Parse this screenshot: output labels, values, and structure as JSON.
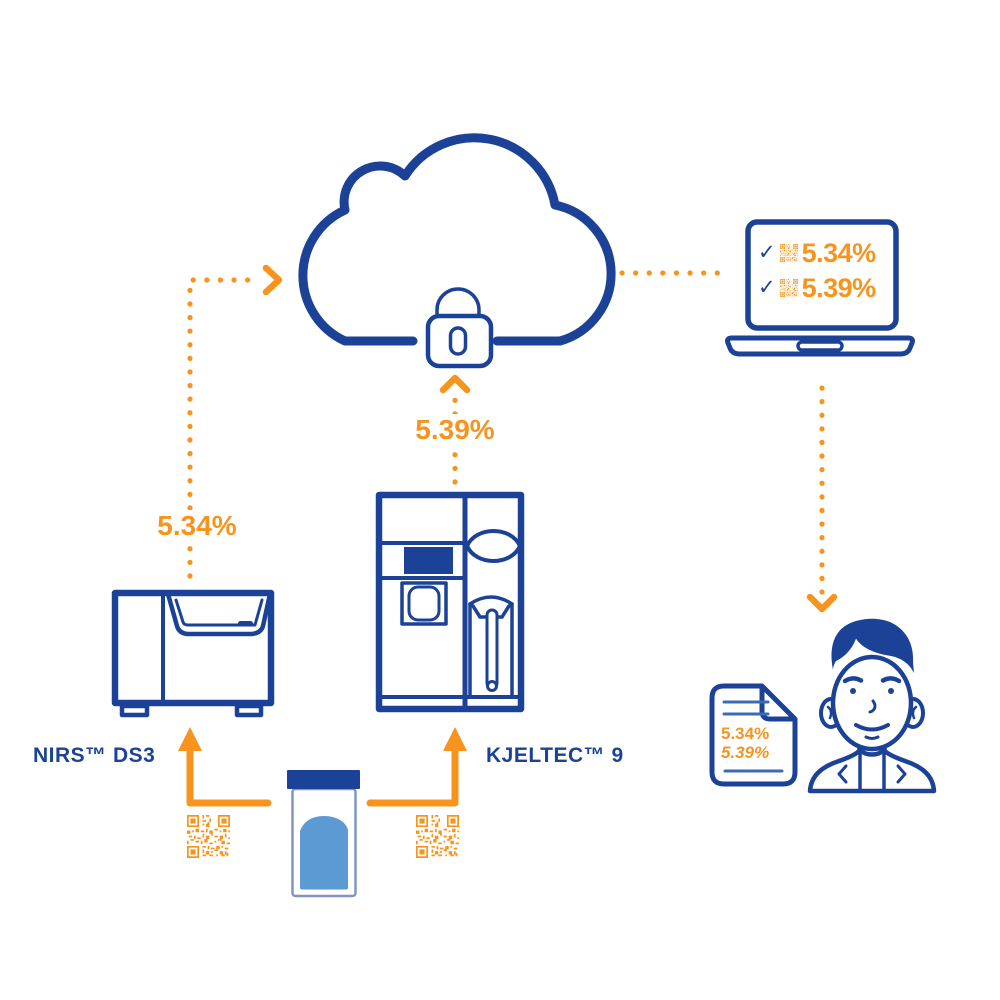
{
  "colors": {
    "navy": "#1b4296",
    "orange": "#f7941d",
    "sample_blue": "#5b9ad2",
    "jar_outline": "#8095c0",
    "doc_line": "#3a6bb7"
  },
  "laptop_screen": {
    "rows": [
      {
        "check_icon": "✓",
        "value": "5.34%"
      },
      {
        "check_icon": "✓",
        "value": "5.39%"
      }
    ]
  },
  "flow_labels": {
    "nirs_to_cloud": "5.34%",
    "kjeltec_to_cloud": "5.39%"
  },
  "instruments": {
    "nirs": {
      "label": "NIRS™ DS3"
    },
    "kjeltec": {
      "label": "KJELTEC™ 9"
    }
  },
  "report_document": {
    "values": [
      "5.34%",
      "5.39%"
    ]
  }
}
